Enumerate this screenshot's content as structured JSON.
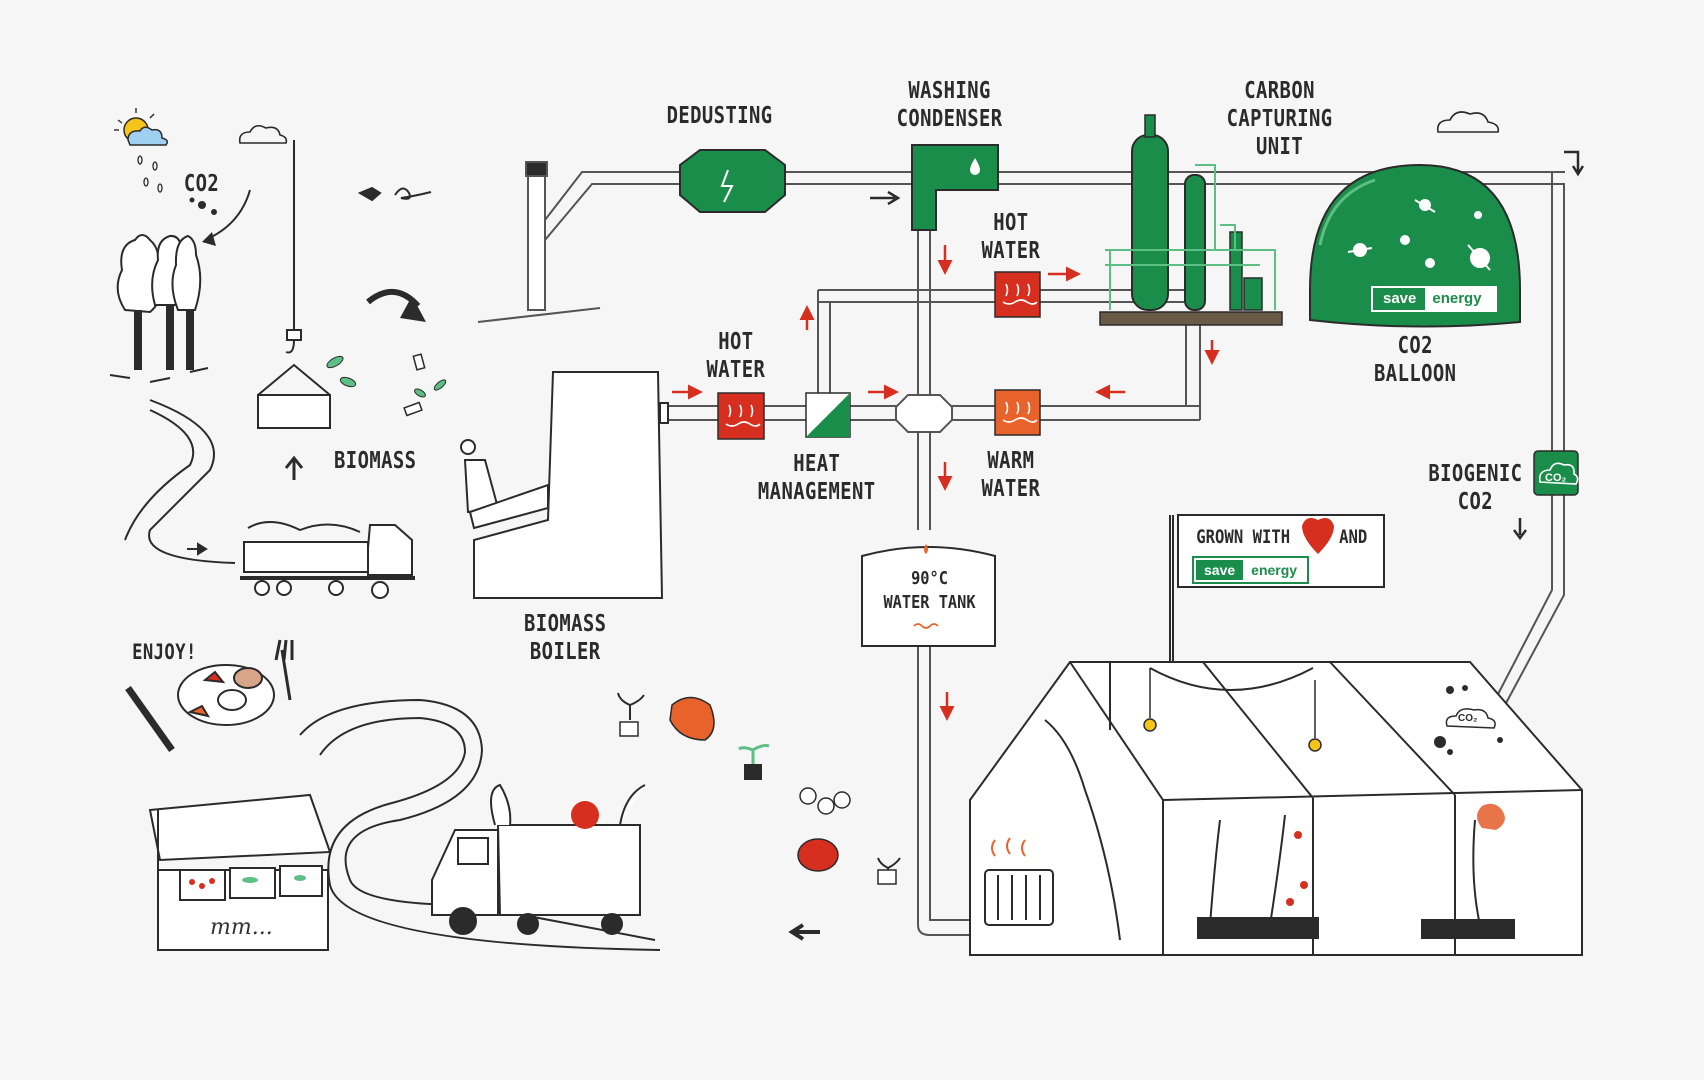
{
  "labels": {
    "dedusting": "DEDUSTING",
    "washing_condenser": [
      "WASHING",
      "CONDENSER"
    ],
    "carbon_capturing_unit": [
      "CARBON",
      "CAPTURING",
      "UNIT"
    ],
    "hot_water_top": [
      "HOT",
      "WATER"
    ],
    "hot_water_left": [
      "HOT",
      "WATER"
    ],
    "heat_management": [
      "HEAT",
      "MANAGEMENT"
    ],
    "warm_water": [
      "WARM",
      "WATER"
    ],
    "co2_balloon": [
      "CO2",
      "BALLOON"
    ],
    "biogenic_co2": [
      "BIOGENIC",
      "CO2"
    ],
    "co2_sky": "CO2",
    "biomass": "BIOMASS",
    "biomass_boiler": [
      "BIOMASS",
      "BOILER"
    ],
    "water_tank": [
      "90°C",
      "WATER TANK"
    ],
    "enjoy": "ENJOY!",
    "grown_with": "GROWN WITH",
    "and": "AND",
    "market_scribble": "mm..."
  },
  "badge": {
    "save": "save",
    "energy": "energy"
  },
  "icons": {
    "co2_cloud_icon": "CO₂",
    "greenhouse_co2": "CO₂"
  },
  "colors": {
    "green": "#1a8d4a",
    "red": "#d62e1f",
    "orange": "#e8622c",
    "ink": "#2b2b2b",
    "background": "#f6f6f6"
  }
}
